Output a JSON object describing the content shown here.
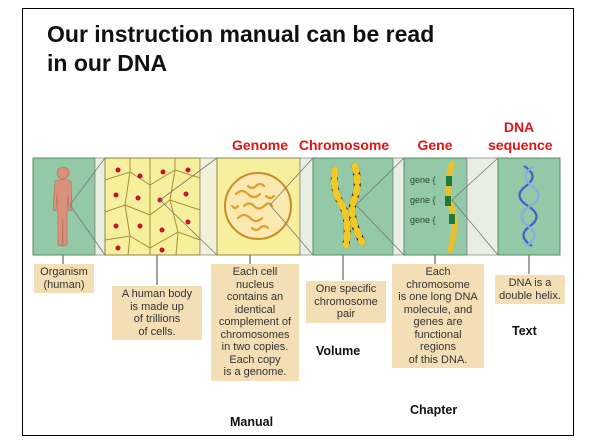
{
  "title": {
    "line1": "Our instruction manual can be read",
    "line2": "in our DNA"
  },
  "headers": {
    "genome": "Genome",
    "chromosome": "Chromosome",
    "gene": "Gene",
    "dna_sequence_line1": "DNA",
    "dna_sequence_line2": "sequence"
  },
  "labels": {
    "organism": [
      "Organism",
      "(human)"
    ],
    "cells": [
      "A human body",
      "is made up",
      "of trillions",
      "of cells."
    ],
    "nucleus": [
      "Each cell",
      "nucleus",
      "contains an",
      "identical",
      "complement of",
      "chromosomes",
      "in two copies.",
      "Each copy",
      "is a genome."
    ],
    "chromosome": [
      "One specific",
      "chromosome",
      "pair"
    ],
    "gene": [
      "Each",
      "chromosome",
      "is one long DNA",
      "molecule, and",
      "genes are",
      "functional",
      "regions",
      "of this DNA."
    ],
    "dna": [
      "DNA is a",
      "double helix."
    ]
  },
  "gene_tags": [
    "gene {",
    "gene {",
    "gene {"
  ],
  "analogies": {
    "manual": "Manual",
    "volume": "Volume",
    "chapter": "Chapter",
    "text": "Text"
  },
  "colors": {
    "header_red": "#e01414",
    "panel_green": "#93c9a6",
    "label_tan": "#f4deb6",
    "cell_yellow": "#f6ef9c"
  }
}
